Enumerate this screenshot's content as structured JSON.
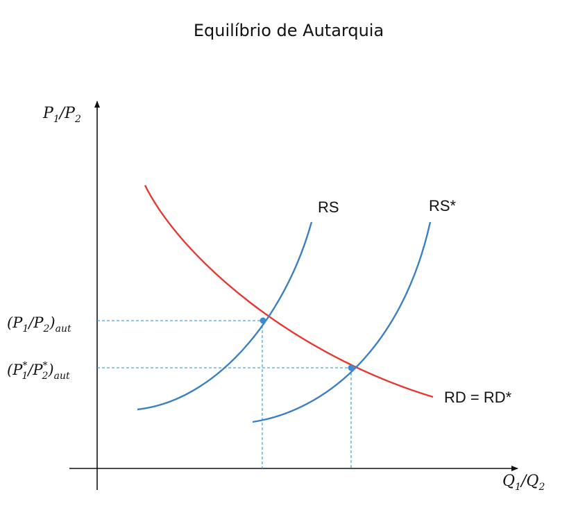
{
  "title": "Equilíbrio de Autarquia",
  "axes": {
    "y_label": {
      "base1": "P",
      "sub1": "1",
      "sep": "/",
      "base2": "P",
      "sub2": "2"
    },
    "x_label": {
      "base1": "Q",
      "sub1": "1",
      "sep": "/",
      "base2": "Q",
      "sub2": "2"
    }
  },
  "price_levels": {
    "home": {
      "open": "(",
      "b1": "P",
      "s1": "1",
      "sep": "/",
      "b2": "P",
      "s2": "2",
      "close": ")",
      "subscript": "aut"
    },
    "world": {
      "open": "(",
      "b1": "P",
      "s1": "1",
      "star1": "*",
      "sep": "/",
      "b2": "P",
      "s2": "2",
      "star2": "*",
      "close": ")",
      "subscript": "aut"
    }
  },
  "curves": {
    "rs": {
      "label": "RS"
    },
    "rs_star": {
      "label": "RS*"
    },
    "rd": {
      "label": "RD = RD*"
    }
  },
  "colors": {
    "demand": "#e8372f",
    "supply": "#3c7fc2",
    "guide": "#4aa3d8",
    "axis": "#111111",
    "point": "#3c8ad0"
  }
}
